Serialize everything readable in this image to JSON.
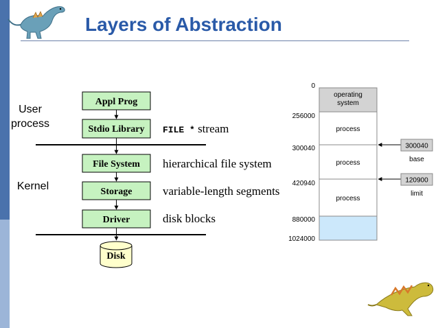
{
  "slide": {
    "title": "Layers of Abstraction"
  },
  "layers": {
    "side_labels": {
      "user_line1": "User",
      "user_line2": "process",
      "kernel": "Kernel"
    },
    "boxes": [
      {
        "id": "appl",
        "label": "Appl Prog"
      },
      {
        "id": "stdio",
        "label": "Stdio Library"
      },
      {
        "id": "fs",
        "label": "File System"
      },
      {
        "id": "storage",
        "label": "Storage"
      },
      {
        "id": "driver",
        "label": "Driver"
      }
    ],
    "disk_label": "Disk",
    "descriptions": {
      "stdio_code": "FILE *",
      "stdio_text": " stream",
      "fs": "hierarchical file system",
      "storage": "variable-length segments",
      "driver": "disk blocks"
    }
  },
  "memory": {
    "addresses": [
      "0",
      "256000",
      "300040",
      "420940",
      "880000",
      "1024000"
    ],
    "regions": [
      {
        "label_line1": "operating",
        "label_line2": "system",
        "fill": "#d3d3d3"
      },
      {
        "label": "process",
        "fill": "#ffffff"
      },
      {
        "label": "process",
        "fill": "#ffffff"
      },
      {
        "label": "process",
        "fill": "#ffffff"
      },
      {
        "label": "",
        "fill": "#cce8fb"
      }
    ],
    "registers": [
      {
        "value": "300040",
        "caption": "base"
      },
      {
        "value": "120900",
        "caption": "limit"
      }
    ]
  },
  "colors": {
    "title": "#2a5aa8",
    "box_fill": "#c6f2c0",
    "disk_fill": "#ffffcc",
    "register_fill": "#d3d3d3"
  }
}
